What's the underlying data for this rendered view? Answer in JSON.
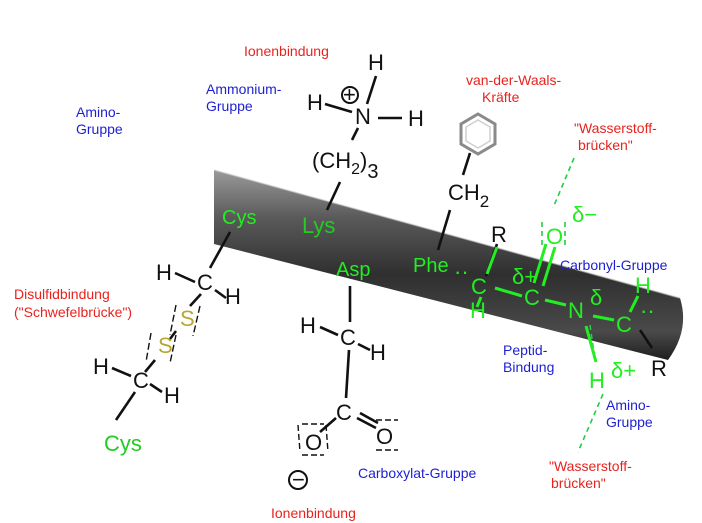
{
  "labels": {
    "ionenbindung_top": "Ionenbindung",
    "ionenbindung_bottom": "Ionenbindung",
    "ammonium_1": "Ammonium-",
    "ammonium_2": "Gruppe",
    "amino_left_1": "Amino-",
    "amino_left_2": "Gruppe",
    "vdw_1": "van-der-Waals-",
    "vdw_2": "Kräfte",
    "wasser_top_1": "\"Wasserstoff-",
    "wasser_top_2": "brücken\"",
    "wasser_bottom_1": "\"Wasserstoff-",
    "wasser_bottom_2": "brücken\"",
    "carbonyl": "Carbonyl-Gruppe",
    "disulfid_1": "Disulfidbindung",
    "disulfid_2": "(\"Schwefelbrücke\")",
    "peptid_1": "Peptid-",
    "peptid_2": "Bindung",
    "amino_right_1": "Amino-",
    "amino_right_2": "Gruppe",
    "carboxylat": "Carboxylat-Gruppe"
  },
  "residues": {
    "cys_top": "Cys",
    "lys": "Lys",
    "asp": "Asp",
    "phe": "Phe",
    "cys_bottom": "Cys"
  },
  "atoms": {
    "H": "H",
    "N": "N",
    "C": "C",
    "O": "O",
    "S": "S",
    "R": "R",
    "plus": "+",
    "minus": "−",
    "ch2_left": "(CH",
    "ch2_sub": "2",
    "ch2_right": ")",
    "ch2_count": "3",
    "ch": "CH",
    "ch_sub": "2",
    "delta_minus": "δ−",
    "delta_plus": "δ+",
    "delta": "δ",
    "dots": "··"
  },
  "colors": {
    "red_label": "#e8231e",
    "blue_label": "#1d1fd1",
    "green_atoms": "#22ee22",
    "sulfur": "#b8a733",
    "cylinder": "#3b3b3b"
  }
}
